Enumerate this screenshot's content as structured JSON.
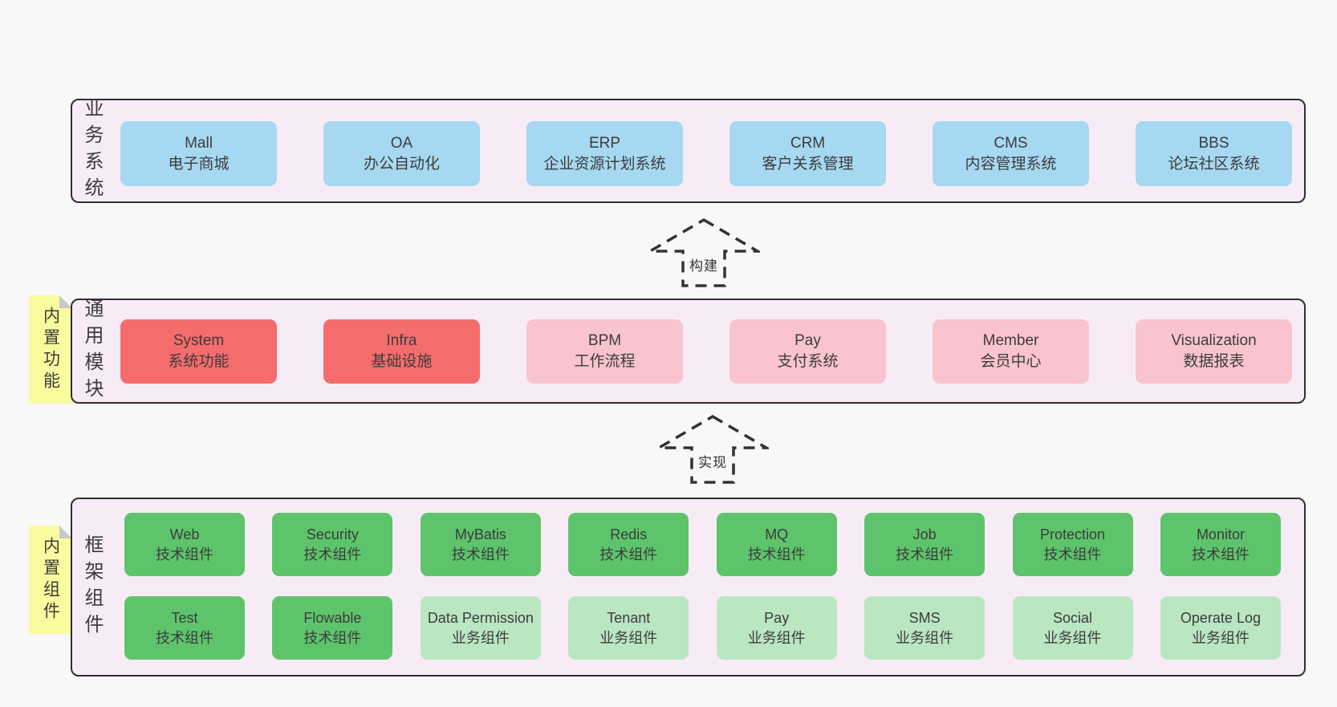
{
  "colors": {
    "background": "#f8f8f8",
    "container_fill": "#f7ecf6",
    "container_border": "#2f2f2f",
    "text": "#3c3c3c",
    "blue": "#a6d8f2",
    "red": "#f56c6c",
    "pink": "#f9c4cd",
    "green": "#5ec46c",
    "light_green": "#bae6c2",
    "yellow": "#fafa9e",
    "fold": "#c9c9c9",
    "arrow": "#333333"
  },
  "business_band": {
    "side_label": "业务系统",
    "boxes": [
      {
        "name": "Mall",
        "subtitle": "电子商城"
      },
      {
        "name": "OA",
        "subtitle": "办公自动化"
      },
      {
        "name": "ERP",
        "subtitle": "企业资源计划系统"
      },
      {
        "name": "CRM",
        "subtitle": "客户关系管理"
      },
      {
        "name": "CMS",
        "subtitle": "内容管理系统"
      },
      {
        "name": "BBS",
        "subtitle": "论坛社区系统"
      }
    ]
  },
  "build_arrow": {
    "label": "构建"
  },
  "module_band": {
    "side_label": "通用模块",
    "sticky_label": "内置功能",
    "boxes": [
      {
        "name": "System",
        "subtitle": "系统功能"
      },
      {
        "name": "Infra",
        "subtitle": "基础设施"
      },
      {
        "name": "BPM",
        "subtitle": "工作流程"
      },
      {
        "name": "Pay",
        "subtitle": "支付系统"
      },
      {
        "name": "Member",
        "subtitle": "会员中心"
      },
      {
        "name": "Visualization",
        "subtitle": "数据报表"
      }
    ]
  },
  "implement_arrow": {
    "label": "实现"
  },
  "component_band": {
    "side_label": "框架组件",
    "sticky_label": "内置组件",
    "row_a": [
      {
        "name": "Web",
        "subtitle": "技术组件"
      },
      {
        "name": "Security",
        "subtitle": "技术组件"
      },
      {
        "name": "MyBatis",
        "subtitle": "技术组件"
      },
      {
        "name": "Redis",
        "subtitle": "技术组件"
      },
      {
        "name": "MQ",
        "subtitle": "技术组件"
      },
      {
        "name": "Job",
        "subtitle": "技术组件"
      },
      {
        "name": "Protection",
        "subtitle": "技术组件"
      },
      {
        "name": "Monitor",
        "subtitle": "技术组件"
      }
    ],
    "row_b": [
      {
        "name": "Test",
        "subtitle": "技术组件"
      },
      {
        "name": "Flowable",
        "subtitle": "技术组件"
      },
      {
        "name": "Data Permission",
        "subtitle": "业务组件"
      },
      {
        "name": "Tenant",
        "subtitle": "业务组件"
      },
      {
        "name": "Pay",
        "subtitle": "业务组件"
      },
      {
        "name": "SMS",
        "subtitle": "业务组件"
      },
      {
        "name": "Social",
        "subtitle": "业务组件"
      },
      {
        "name": "Operate Log",
        "subtitle": "业务组件"
      }
    ]
  }
}
